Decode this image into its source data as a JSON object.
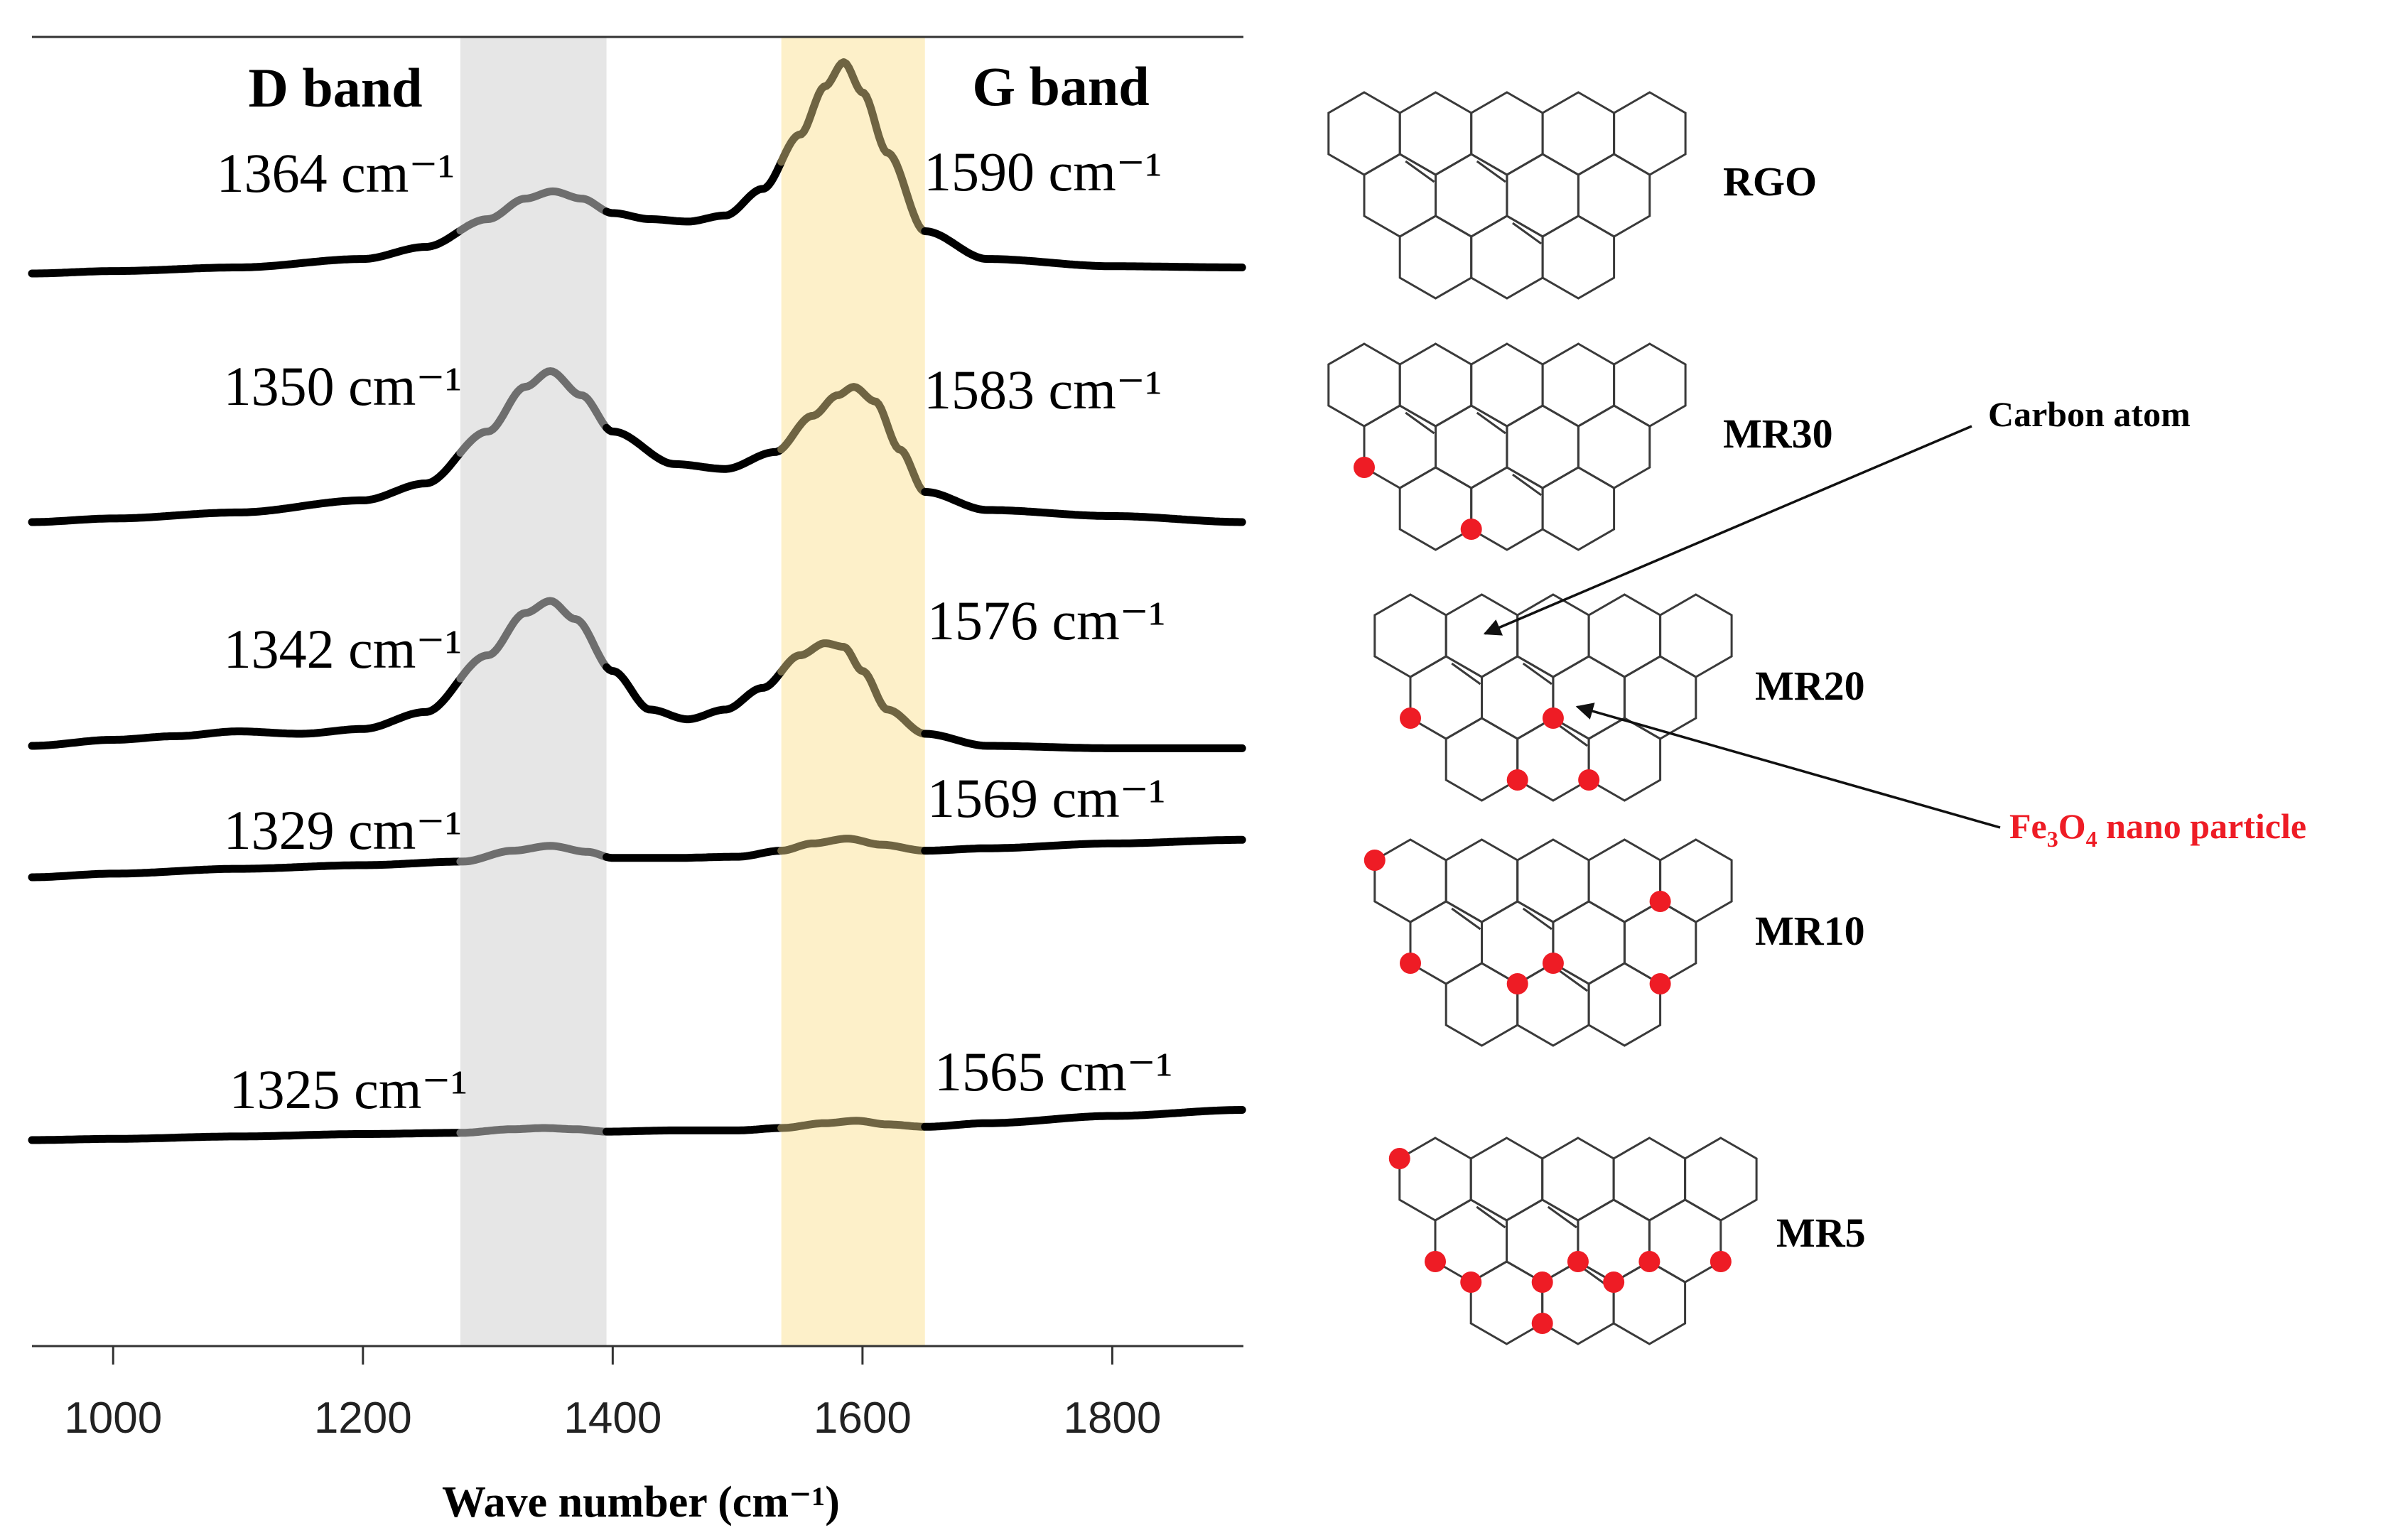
{
  "chart_data": {
    "type": "line",
    "xlabel": "Wave number (cm⁻¹)",
    "xlim": [
      935,
      1905
    ],
    "xticks": [
      1000,
      1200,
      1400,
      1600,
      1800
    ],
    "grid": false,
    "band_labels": {
      "d_band": "D band",
      "g_band": "G band"
    },
    "band_regions": {
      "d_band": [
        1278,
        1395
      ],
      "g_band": [
        1535,
        1650
      ]
    },
    "band_colors": {
      "d_band": "#e6e6e6",
      "g_band": "#fdf0c9",
      "in_band_line": "#6e6e6e",
      "g_band_line": "#6f6442",
      "line": "#000000"
    },
    "series": [
      {
        "name": "RGO",
        "d_peak_label": "1364 cm⁻¹",
        "g_peak_label": "1590 cm⁻¹",
        "d_center": 1352,
        "g_center": 1585,
        "x": [
          935,
          1000,
          1100,
          1200,
          1250,
          1300,
          1330,
          1352,
          1375,
          1400,
          1430,
          1460,
          1490,
          1520,
          1550,
          1570,
          1585,
          1600,
          1620,
          1650,
          1700,
          1800,
          1905
        ],
        "y": [
          0.0,
          0.02,
          0.05,
          0.12,
          0.22,
          0.45,
          0.62,
          0.68,
          0.62,
          0.5,
          0.45,
          0.43,
          0.48,
          0.7,
          1.15,
          1.55,
          1.75,
          1.5,
          1.0,
          0.35,
          0.12,
          0.06,
          0.05
        ]
      },
      {
        "name": "MR30",
        "d_peak_label": "1350 cm⁻¹",
        "g_peak_label": "1583 cm⁻¹",
        "d_center": 1350,
        "g_center": 1593,
        "x": [
          935,
          1000,
          1100,
          1200,
          1250,
          1300,
          1330,
          1350,
          1375,
          1400,
          1450,
          1490,
          1530,
          1560,
          1580,
          1593,
          1610,
          1630,
          1650,
          1700,
          1800,
          1905
        ],
        "y": [
          0.0,
          0.03,
          0.08,
          0.18,
          0.32,
          0.75,
          1.12,
          1.25,
          1.05,
          0.75,
          0.48,
          0.44,
          0.58,
          0.88,
          1.05,
          1.12,
          1.0,
          0.6,
          0.25,
          0.1,
          0.05,
          0.0
        ]
      },
      {
        "name": "MR20",
        "d_peak_label": "1342 cm⁻¹",
        "g_peak_label": "1576 cm⁻¹",
        "d_center": 1348,
        "g_center": 1585,
        "x": [
          935,
          1000,
          1050,
          1100,
          1150,
          1200,
          1250,
          1300,
          1330,
          1350,
          1370,
          1400,
          1430,
          1460,
          1490,
          1520,
          1550,
          1570,
          1585,
          1600,
          1620,
          1650,
          1700,
          1800,
          1905
        ],
        "y": [
          0.0,
          0.05,
          0.08,
          0.12,
          0.1,
          0.14,
          0.28,
          0.75,
          1.1,
          1.2,
          1.05,
          0.62,
          0.3,
          0.22,
          0.3,
          0.48,
          0.75,
          0.85,
          0.82,
          0.62,
          0.3,
          0.1,
          0.0,
          -0.02,
          -0.02
        ]
      },
      {
        "name": "MR10",
        "d_peak_label": "1329 cm⁻¹",
        "g_peak_label": "1569 cm⁻¹",
        "d_center": 1350,
        "g_center": 1588,
        "x": [
          935,
          1000,
          1100,
          1200,
          1280,
          1320,
          1350,
          1380,
          1400,
          1450,
          1500,
          1535,
          1560,
          1588,
          1615,
          1650,
          1700,
          1800,
          1905
        ],
        "y": [
          0.0,
          0.03,
          0.07,
          0.1,
          0.13,
          0.22,
          0.26,
          0.21,
          0.16,
          0.16,
          0.17,
          0.22,
          0.28,
          0.32,
          0.27,
          0.22,
          0.24,
          0.28,
          0.31
        ]
      },
      {
        "name": "MR5",
        "d_peak_label": "1325 cm⁻¹",
        "g_peak_label": "1565 cm⁻¹",
        "d_center": 1345,
        "g_center": 1595,
        "x": [
          935,
          1000,
          1100,
          1200,
          1278,
          1320,
          1345,
          1370,
          1395,
          1450,
          1500,
          1535,
          1570,
          1595,
          1620,
          1650,
          1700,
          1800,
          1905
        ],
        "y": [
          0.0,
          0.01,
          0.03,
          0.05,
          0.06,
          0.09,
          0.1,
          0.09,
          0.07,
          0.08,
          0.08,
          0.1,
          0.14,
          0.16,
          0.13,
          0.11,
          0.14,
          0.2,
          0.25
        ]
      }
    ]
  },
  "schematic": {
    "sheets": [
      {
        "label": "RGO",
        "dots": []
      },
      {
        "label": "MR30",
        "dots": [
          [
            1,
            0,
            "LL"
          ],
          [
            2,
            1,
            "LL"
          ]
        ]
      },
      {
        "label": "MR20",
        "dots": [
          [
            1,
            0,
            "LL"
          ],
          [
            1,
            2,
            "LL"
          ],
          [
            2,
            1,
            "LL"
          ],
          [
            2,
            2,
            "LL"
          ]
        ]
      },
      {
        "label": "MR10",
        "dots": [
          [
            0,
            0,
            "UL"
          ],
          [
            1,
            0,
            "LL"
          ],
          [
            0,
            3,
            "LR"
          ],
          [
            1,
            1,
            "LR"
          ],
          [
            2,
            1,
            "UL"
          ],
          [
            2,
            3,
            "UL"
          ]
        ]
      },
      {
        "label": "MR5",
        "dots": [
          [
            0,
            0,
            "UL"
          ],
          [
            1,
            0,
            "LL"
          ],
          [
            1,
            1,
            "LR"
          ],
          [
            1,
            2,
            "LR"
          ],
          [
            1,
            3,
            "LR"
          ],
          [
            2,
            0,
            "UL"
          ],
          [
            2,
            1,
            "UL"
          ],
          [
            2,
            2,
            "UL"
          ],
          [
            2,
            1,
            "LL"
          ]
        ]
      }
    ],
    "carbon_atom_label": "Carbon atom",
    "fe3o4_label_prefix": "Fe",
    "fe3o4_sub1": "3",
    "fe3o4_mid": "O",
    "fe3o4_sub2": "4",
    "fe3o4_label_suffix": " nano particle",
    "fe3o4_color": "#ee1c25",
    "hex_color": "#3a3a3a"
  }
}
